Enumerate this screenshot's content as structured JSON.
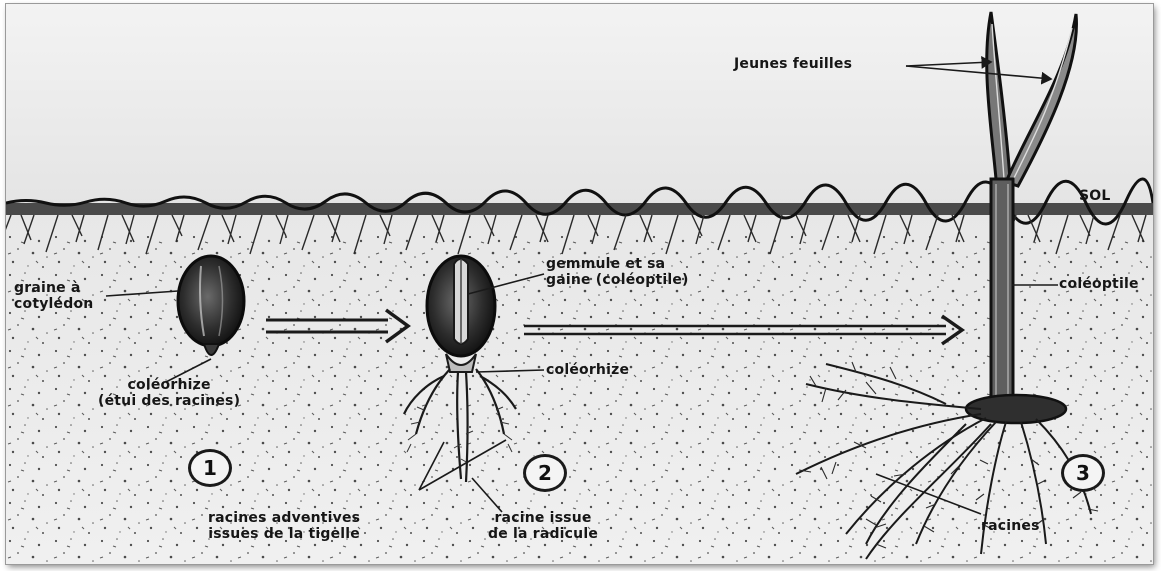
{
  "diagram": {
    "labels": {
      "seed": "graine à\ncotylédon",
      "coleorhiza_stage1": "coléorhize\n(étui des racines)",
      "gemmule": "gemmule et sa\ngaine (coléoptile)",
      "coleorhiza_stage2": "coléorhize",
      "adventitious_roots": "racines adventives\nissues de la tigelle",
      "radicle_root": "racine issue\nde la radicule",
      "young_leaves": "Jeunes feuilles",
      "soil": "SOL",
      "coleoptile": "coléoptile",
      "roots": "racines"
    },
    "stages": [
      "1",
      "2",
      "3"
    ]
  }
}
